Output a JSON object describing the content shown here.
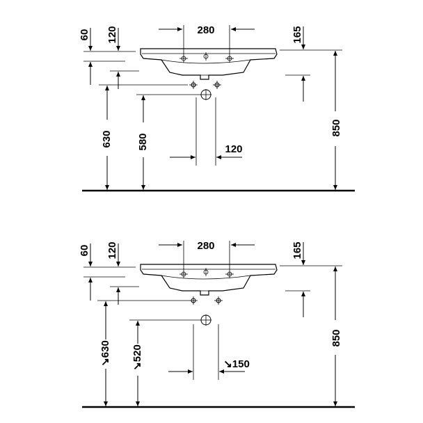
{
  "diagrams": [
    {
      "name": "top",
      "labels": {
        "dim_60": "60",
        "dim_120_top": "120",
        "dim_280": "280",
        "dim_165": "165",
        "dim_630": "630",
        "dim_580": "580",
        "dim_120_bottom": "120",
        "dim_850": "850"
      }
    },
    {
      "name": "bottom",
      "labels": {
        "dim_60": "60",
        "dim_120_top": "120",
        "dim_280": "280",
        "dim_165": "165",
        "dim_630": "↘630",
        "dim_520": "↘520",
        "dim_150": "↘150",
        "dim_850": "850"
      }
    }
  ]
}
